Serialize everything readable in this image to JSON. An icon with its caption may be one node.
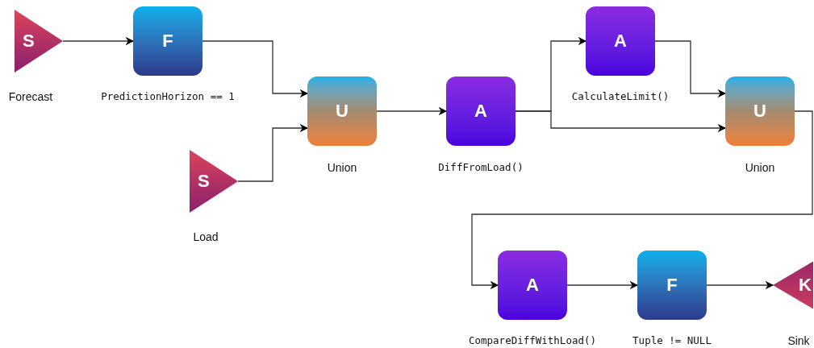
{
  "diagram": {
    "nodes": [
      {
        "text": [
          "S"
        ],
        "beside": [
          "Forecast"
        ]
      },
      {
        "text": [
          "F"
        ],
        "beside": [
          "PredictionHorizon == 1"
        ]
      },
      {
        "text": [
          "U"
        ],
        "beside": [
          "Union"
        ]
      },
      {
        "text": [
          "S"
        ],
        "beside": [
          "Load"
        ]
      },
      {
        "text": [
          "A"
        ],
        "beside": [
          "DiffFromLoad()"
        ]
      },
      {
        "text": [
          "A"
        ],
        "beside": [
          "CalculateLimit()"
        ]
      },
      {
        "text": [
          "U"
        ],
        "beside": [
          "Union"
        ]
      },
      {
        "text": [
          "A"
        ],
        "beside": [
          "CompareDiffWithLoad()"
        ]
      },
      {
        "text": [
          "F"
        ],
        "beside": [
          "Tuple != NULL"
        ]
      },
      {
        "text": [
          "K"
        ],
        "beside": [
          "Sink"
        ]
      }
    ],
    "edges": [
      {
        "from": 0,
        "to": 1,
        "arrow": "to"
      },
      {
        "from": 1,
        "to": 2,
        "arrow": "to"
      },
      {
        "from": 3,
        "to": 2,
        "arrow": "to"
      },
      {
        "from": 2,
        "to": 4,
        "arrow": "to"
      },
      {
        "from": 4,
        "to": 5,
        "arrow": "to"
      },
      {
        "from": 4,
        "to": 6,
        "arrow": "to"
      },
      {
        "from": 5,
        "to": 6,
        "arrow": "to"
      },
      {
        "from": 6,
        "to": 7,
        "arrow": "to"
      },
      {
        "from": 7,
        "to": 8,
        "arrow": "to"
      },
      {
        "from": 8,
        "to": 9,
        "arrow": "to"
      }
    ]
  }
}
